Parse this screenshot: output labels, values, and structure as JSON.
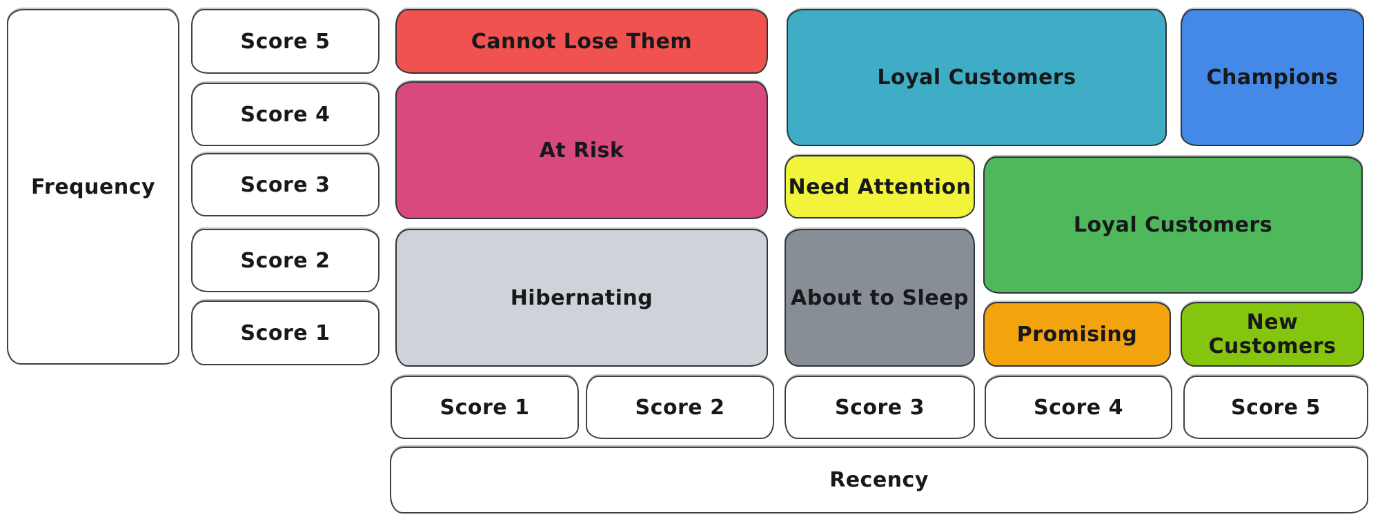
{
  "axes": {
    "frequency": {
      "label": "Frequency",
      "scores": [
        "Score 5",
        "Score 4",
        "Score 3",
        "Score 2",
        "Score 1"
      ]
    },
    "recency": {
      "label": "Recency",
      "scores": [
        "Score 1",
        "Score 2",
        "Score 3",
        "Score 4",
        "Score 5"
      ]
    }
  },
  "segments": [
    {
      "label": "Cannot Lose Them",
      "color": "#f0524f",
      "frequency_scores": [
        5
      ],
      "recency_scores": [
        1,
        2
      ]
    },
    {
      "label": "At Risk",
      "color": "#d9487e",
      "frequency_scores": [
        3,
        4
      ],
      "recency_scores": [
        1,
        2
      ]
    },
    {
      "label": "Hibernating",
      "color": "#ced3da",
      "frequency_scores": [
        1,
        2
      ],
      "recency_scores": [
        1,
        2
      ]
    },
    {
      "label": "Loyal Customers",
      "color": "#3fadc5",
      "frequency_scores": [
        4,
        5
      ],
      "recency_scores": [
        3,
        4
      ]
    },
    {
      "label": "Champions",
      "color": "#4489e8",
      "frequency_scores": [
        4,
        5
      ],
      "recency_scores": [
        5
      ]
    },
    {
      "label": "Need Attention",
      "color": "#f1f43b",
      "frequency_scores": [
        3
      ],
      "recency_scores": [
        3
      ]
    },
    {
      "label": "About to Sleep",
      "color": "#878e95",
      "frequency_scores": [
        1,
        2
      ],
      "recency_scores": [
        3
      ]
    },
    {
      "label": "Loyal Customers",
      "color": "#4eb85a",
      "frequency_scores": [
        2,
        3
      ],
      "recency_scores": [
        4,
        5
      ]
    },
    {
      "label": "Promising",
      "color": "#f2a30d",
      "frequency_scores": [
        1
      ],
      "recency_scores": [
        4
      ]
    },
    {
      "label": "New Customers",
      "color": "#86c50d",
      "frequency_scores": [
        1
      ],
      "recency_scores": [
        5
      ]
    }
  ]
}
